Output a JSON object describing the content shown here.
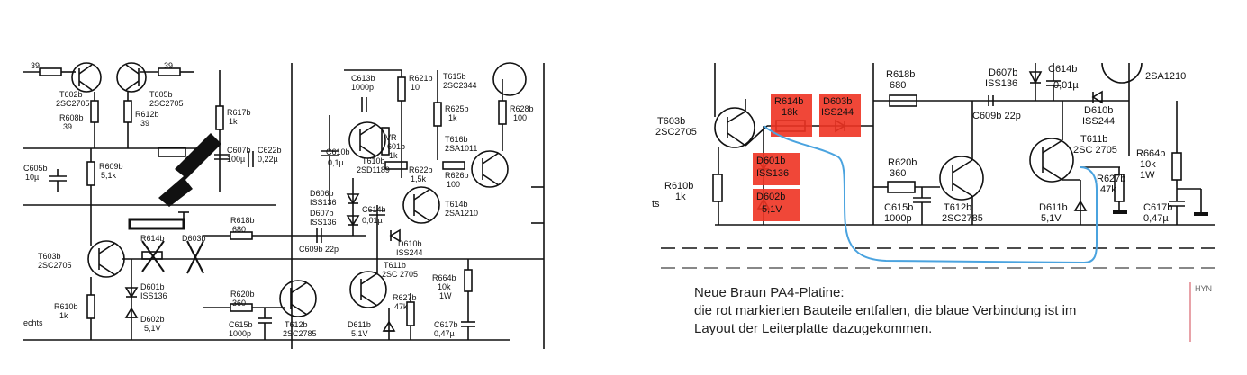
{
  "left_schematic": {
    "labels": [
      "39",
      "39",
      "T602b",
      "2SC2705",
      "T605b",
      "2SC2705",
      "R608b",
      "39",
      "R612b",
      "39",
      "R617b",
      "1k",
      "C613b",
      "1000p",
      "R621b",
      "10",
      "T615b",
      "2SC2344",
      "R625b",
      "1k",
      "R628b",
      "100",
      "C607b",
      "100µ",
      "C622b",
      "0,22µ",
      "C605b",
      "10µ",
      "R609b",
      "5,1k",
      "C610b",
      "0,1µ",
      "T610b",
      "2SD1189",
      "VR",
      "601b",
      "1k",
      "R622b",
      "1,5k",
      "T616b",
      "2SA1011",
      "R626b",
      "100",
      "D606b",
      "ISS136",
      "D607b",
      "ISS136",
      "C614b",
      "0,01µ",
      "T614b",
      "2SA1210",
      "R618b",
      "680",
      "C609b 22p",
      "D610b",
      "ISS244",
      "R614b",
      "D603b",
      "T603b",
      "2SC2705",
      "D601b",
      "ISS136",
      "D602b",
      "5,1V",
      "R610b",
      "1k",
      "echts",
      "R620b",
      "360",
      "C615b",
      "1000p",
      "T612b",
      "2SC2785",
      "T611b",
      "2SC 2705",
      "R627b",
      "47k",
      "D611b",
      "5,1V",
      "R664b",
      "10k",
      "1W",
      "C617b",
      "0,47µ"
    ]
  },
  "right_schematic": {
    "labels": [
      "R618b",
      "680",
      "D607b",
      "ISS136",
      "C614b",
      "0,01µ",
      "2SA1210",
      "T603b",
      "2SC2705",
      "R614b",
      "18k",
      "D603b",
      "ISS244",
      "C609b 22p",
      "D610b",
      "ISS244",
      "T611b",
      "2SC 2705",
      "R664b",
      "10k",
      "1W",
      "D601b",
      "ISS136",
      "D602b",
      "5,1V",
      "R620b",
      "360",
      "R610b",
      "1k",
      "ts",
      "C615b",
      "1000p",
      "T612b",
      "2SC2785",
      "R627b",
      "47k",
      "D611b",
      "5,1V",
      "C617b",
      "0,47µ"
    ],
    "highlight_color": "#ee3322",
    "connection_color": "#4aa3df"
  },
  "caption": {
    "line1": "Neue Braun PA4-Platine:",
    "line2": "die rot markierten Bauteile entfallen, die blaue Verbindung ist im",
    "line3": "Layout der Leiterplatte dazugekommen."
  },
  "tag": "HYN"
}
